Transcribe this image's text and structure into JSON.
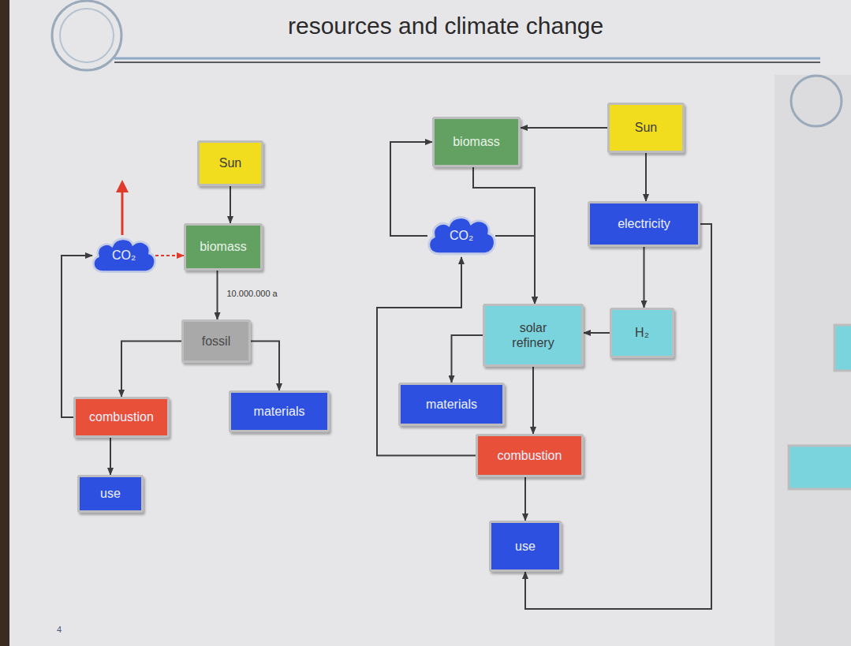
{
  "diagram": {
    "title": "resources and climate change",
    "nodes": [
      {
        "text": [
          "Sun"
        ]
      },
      {
        "text": [
          "CO₂"
        ]
      },
      {
        "text": [
          "biomass"
        ]
      },
      {
        "text": [
          "fossil"
        ]
      },
      {
        "text": [
          "combustion"
        ]
      },
      {
        "text": [
          "materials"
        ]
      },
      {
        "text": [
          "use"
        ]
      },
      {
        "text": [
          "biomass"
        ]
      },
      {
        "text": [
          "Sun"
        ]
      },
      {
        "text": [
          "CO₂"
        ]
      },
      {
        "text": [
          "electricity"
        ]
      },
      {
        "text": [
          "solar refinery"
        ]
      },
      {
        "text": [
          "H₂"
        ]
      },
      {
        "text": [
          "materials"
        ]
      },
      {
        "text": [
          "combustion"
        ]
      },
      {
        "text": [
          "use"
        ]
      }
    ],
    "edges": [
      {
        "from": 0,
        "to": 2,
        "arrow": "to"
      },
      {
        "from": 1,
        "to": 2,
        "arrow": "to"
      },
      {
        "from": 2,
        "to": 3,
        "label": "10.000.000 a",
        "arrow": "to"
      },
      {
        "from": 3,
        "to": 4,
        "arrow": "to"
      },
      {
        "from": 3,
        "to": 5,
        "arrow": "to"
      },
      {
        "from": 4,
        "to": 1,
        "arrow": "to"
      },
      {
        "from": 4,
        "to": 6,
        "arrow": "to"
      },
      {
        "from": 8,
        "to": 7,
        "arrow": "to"
      },
      {
        "from": 8,
        "to": 10,
        "arrow": "to"
      },
      {
        "from": 9,
        "to": 7,
        "arrow": "to"
      },
      {
        "from": 7,
        "to": 11,
        "arrow": "to"
      },
      {
        "from": 9,
        "to": 11,
        "arrow": "to"
      },
      {
        "from": 10,
        "to": 12,
        "arrow": "to"
      },
      {
        "from": 12,
        "to": 11,
        "arrow": "to"
      },
      {
        "from": 11,
        "to": 13,
        "arrow": "to"
      },
      {
        "from": 11,
        "to": 14,
        "arrow": "to"
      },
      {
        "from": 14,
        "to": 9,
        "arrow": "to"
      },
      {
        "from": 14,
        "to": 15,
        "arrow": "to"
      },
      {
        "from": 10,
        "to": 15,
        "arrow": "to"
      }
    ],
    "labels": [
      "4"
    ]
  }
}
